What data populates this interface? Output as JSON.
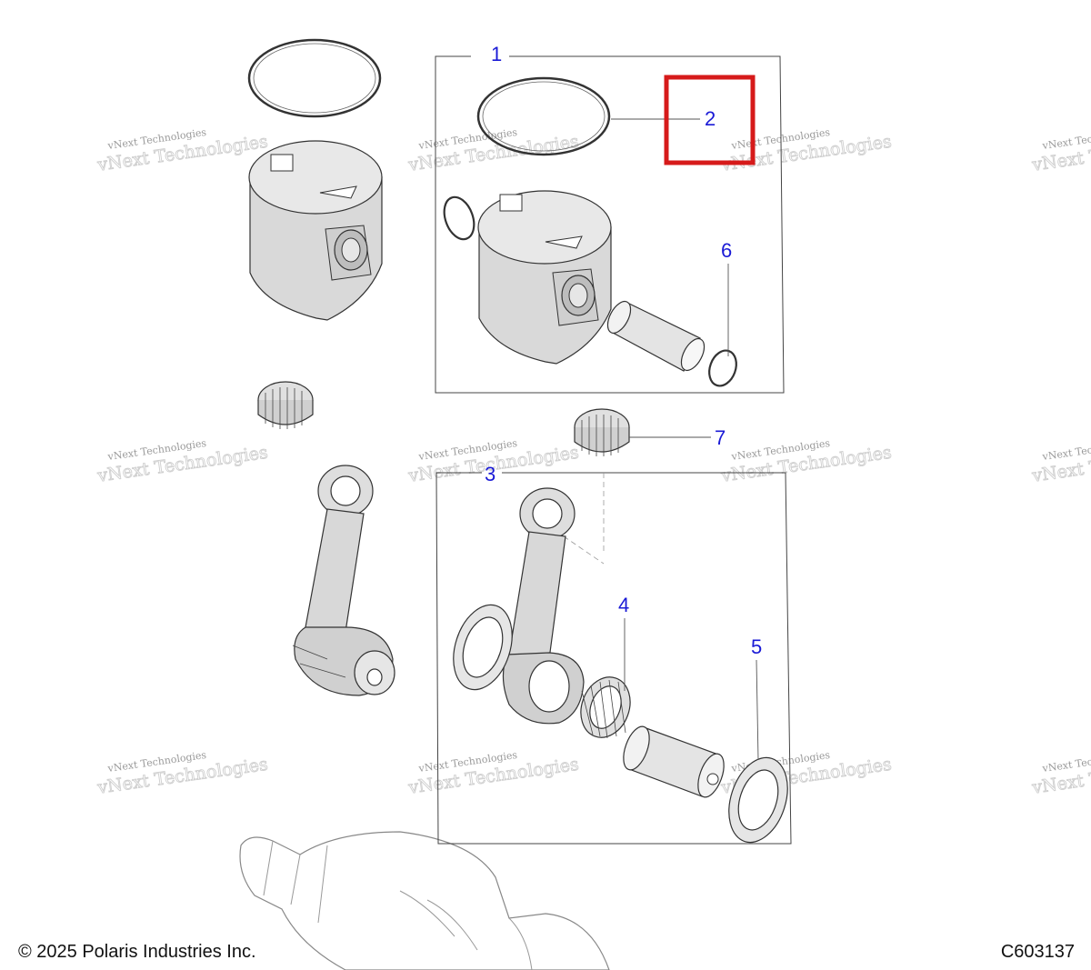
{
  "footer": {
    "copyright": "© 2025 Polaris Industries Inc.",
    "figure_code": "C603137"
  },
  "callouts": [
    {
      "id": "1",
      "label": "1"
    },
    {
      "id": "2",
      "label": "2",
      "highlighted": true
    },
    {
      "id": "3",
      "label": "3"
    },
    {
      "id": "4",
      "label": "4"
    },
    {
      "id": "5",
      "label": "5"
    },
    {
      "id": "6",
      "label": "6"
    },
    {
      "id": "7",
      "label": "7"
    }
  ],
  "watermark": {
    "line1": "vNext Technologies",
    "line2": "vNext Technologies"
  },
  "colors": {
    "callout": "#1a1ad6",
    "highlight": "#d61a1a",
    "part_fill": "#d9d9d9",
    "line": "#333333"
  }
}
